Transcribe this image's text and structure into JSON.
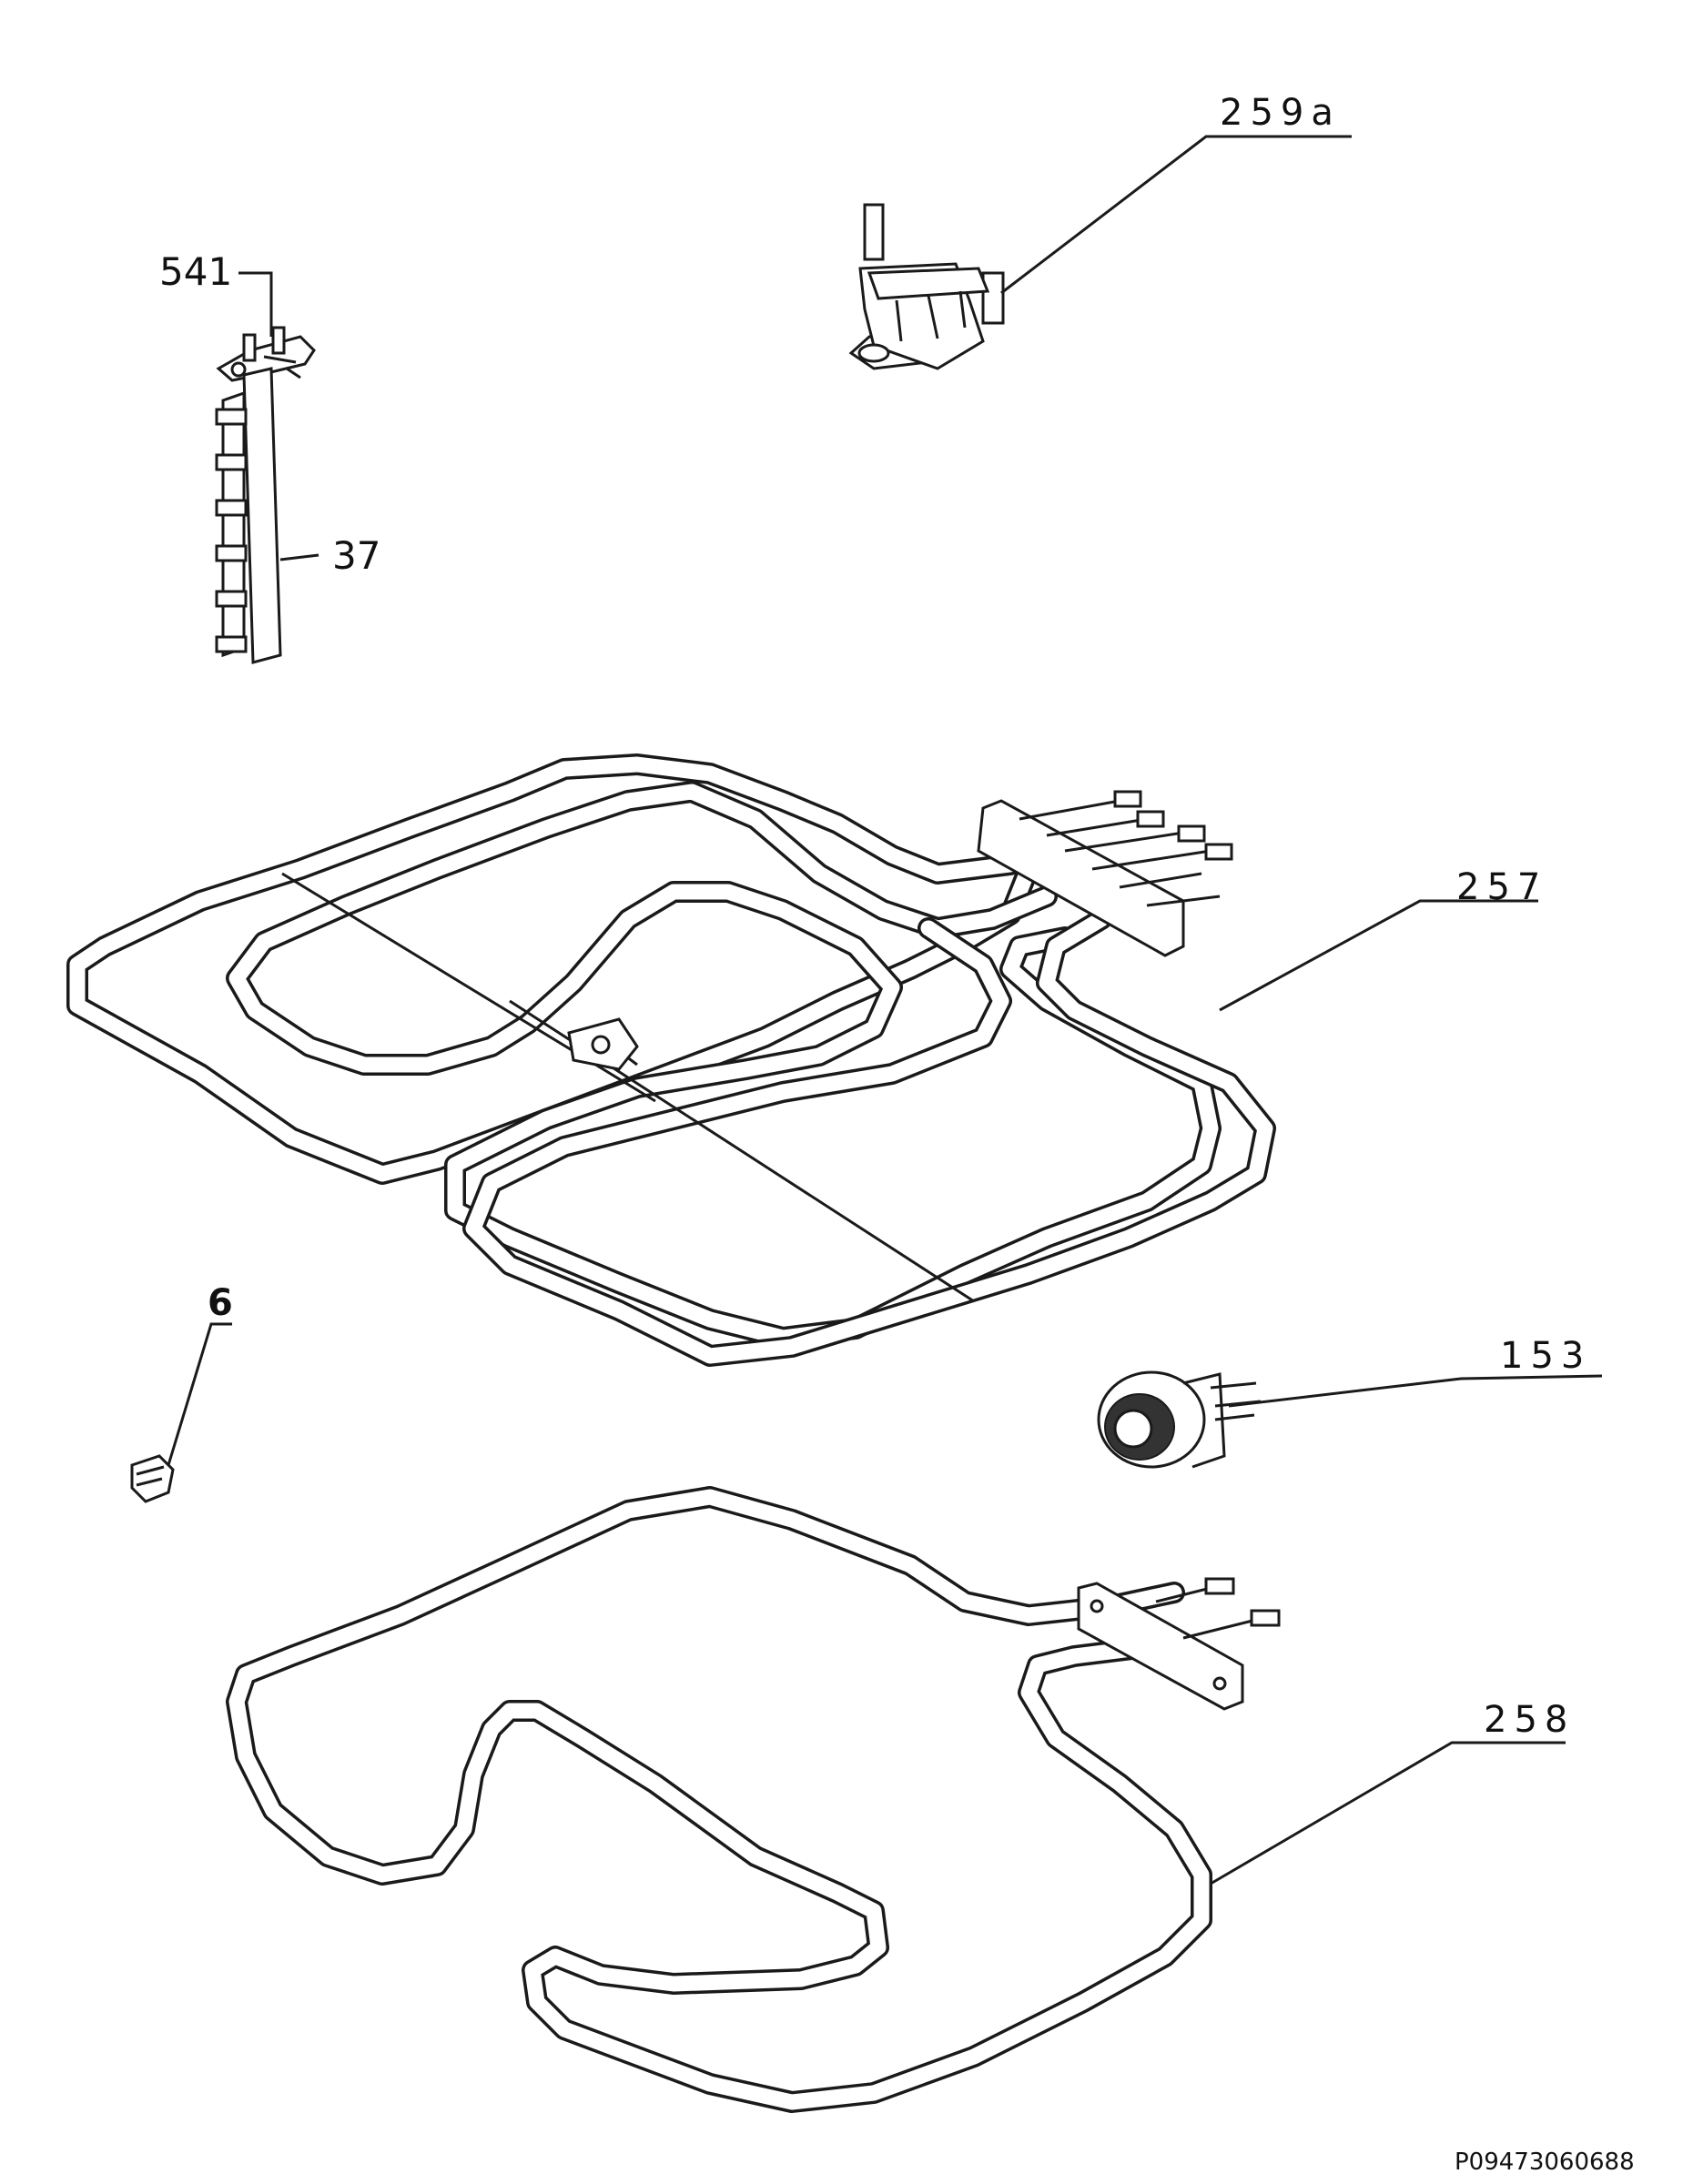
{
  "labels": {
    "p259a": "259a",
    "p541": "541",
    "p37": "37",
    "p257": "257",
    "p6": "6",
    "p153": "153",
    "p258": "258",
    "ref": "P09473060688"
  }
}
